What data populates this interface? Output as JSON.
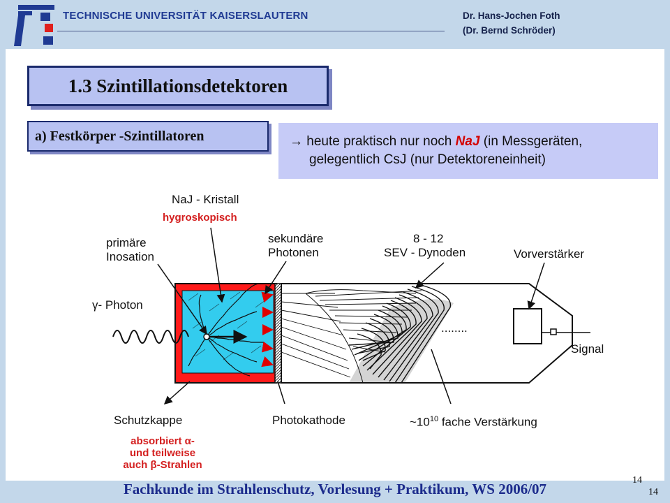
{
  "header": {
    "university": "TECHNISCHE UNIVERSITÄT KAISERSLAUTERN",
    "author_line1": "Dr. Hans-Jochen Foth",
    "author_line2": "(Dr. Bernd Schröder)"
  },
  "slide": {
    "title": "1.3  Szintillationsdetektoren",
    "subtitle": "a)  Festkörper -Szintillatoren",
    "note": {
      "arrow": "→",
      "part1": " heute praktisch nur noch ",
      "highlight": "NaJ",
      "part2": " (in Messgeräten,",
      "line2": "gelegentlich  CsJ (nur Detektoreneinheit)"
    }
  },
  "diagram": {
    "naj_kristall": "NaJ - Kristall",
    "hygroskopisch": "hygroskopisch",
    "primaere_1": "primäre",
    "primaere_2": "Inosation",
    "sekundaere_1": "sekundäre",
    "sekundaere_2": "Photonen",
    "sev_1": "8 - 12",
    "sev_2": "SEV - Dynoden",
    "vorverstaerker": "Vorverstärker",
    "gamma_photon": "γ- Photon",
    "signal": "Signal",
    "dots": "........",
    "schutzkappe": "Schutzkappe",
    "absorbiert_1": "absorbiert α-",
    "absorbiert_2": "und teilweise",
    "absorbiert_3": "auch β-Strahlen",
    "photokathode": "Photokathode",
    "verstaerkung_prefix": "~10",
    "verstaerkung_exp": "10",
    "verstaerkung_suffix": " fache Verstärkung"
  },
  "footer": {
    "text": "Fachkunde im Strahlenschutz, Vorlesung + Praktikum, WS 2006/07",
    "page_a": "14",
    "page_b": "14"
  },
  "colors": {
    "background": "#c3d7ea",
    "title_box": "#b8c2f2",
    "note_box": "#c6cbf7",
    "crystal_cap": "#ff1a1a",
    "crystal": "#33ccee",
    "footer_text": "#1c2b8c"
  }
}
